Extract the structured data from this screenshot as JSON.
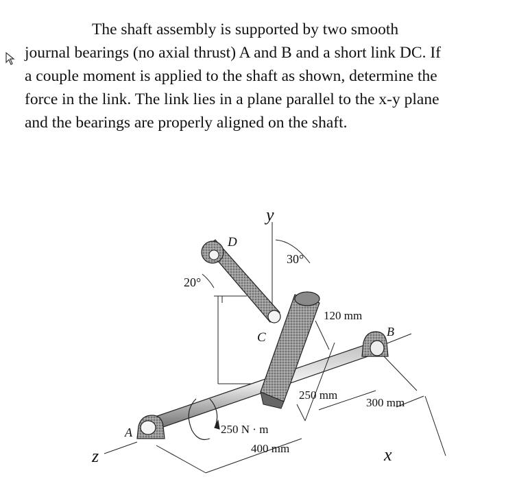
{
  "problem": {
    "text": "The shaft assembly is supported by two smooth journal bearings (no axial thrust) A and B and a short link DC. If a couple moment is applied to the shaft as shown, determine the force in the link. The link lies in a plane parallel to the x-y plane and the bearings are properly aligned on the shaft."
  },
  "figure": {
    "labels": {
      "y_axis": "y",
      "z_axis": "z",
      "x_axis": "x",
      "point_d": "D",
      "point_c": "C",
      "point_a": "A",
      "point_b": "B",
      "angle_30": "30°",
      "angle_20": "20°",
      "dim_120": "120 mm",
      "dim_250": "250 mm",
      "dim_300": "300 mm",
      "dim_400": "400 mm",
      "moment": "250 N · m"
    }
  }
}
